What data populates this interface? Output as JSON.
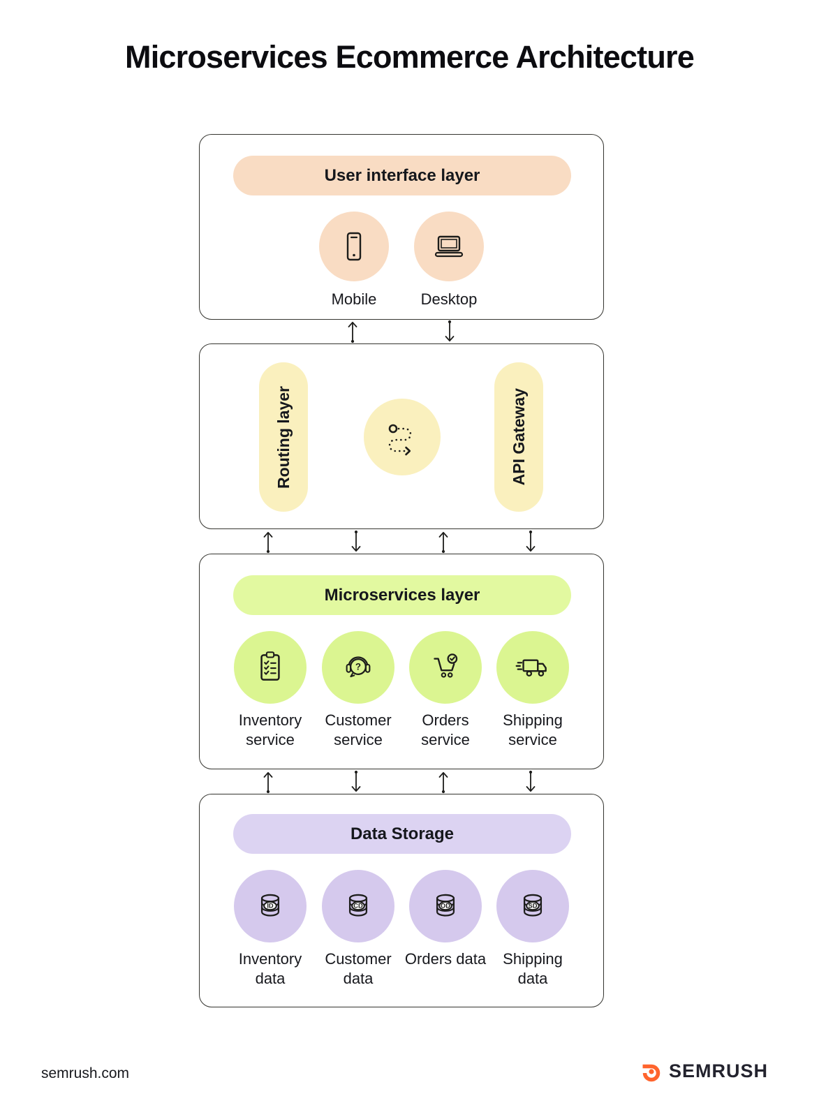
{
  "title": "Microservices Ecommerce Architecture",
  "ui_layer": {
    "label": "User interface layer",
    "items": [
      {
        "label": "Mobile"
      },
      {
        "label": "Desktop"
      }
    ]
  },
  "routing_layer": {
    "routing_label": "Routing layer",
    "gateway_label": "API Gateway"
  },
  "microservices_layer": {
    "label": "Microservices layer",
    "customer_icon_glyph": "?",
    "items": [
      {
        "label": "Inventory service"
      },
      {
        "label": "Customer service"
      },
      {
        "label": "Orders service"
      },
      {
        "label": "Shipping service"
      }
    ]
  },
  "storage_layer": {
    "label": "Data Storage",
    "items": [
      {
        "label": "Inventory data",
        "badge": "ID"
      },
      {
        "label": "Customer data",
        "badge": "CD"
      },
      {
        "label": "Orders data",
        "badge": "OD"
      },
      {
        "label": "Shipping data",
        "badge": "SD"
      }
    ]
  },
  "footer": {
    "site": "semrush.com",
    "brand": "SEMRUSH"
  },
  "colors": {
    "peach": "#F9DCC3",
    "yellow": "#FAF0BE",
    "lime": "#E2F9A0",
    "lime_circle": "#DBF591",
    "lavender": "#DCD3F2",
    "lavender_circle": "#D5C9ED",
    "outline": "#34342F",
    "ink": "#15171C",
    "brand_orange": "#FF642D"
  }
}
